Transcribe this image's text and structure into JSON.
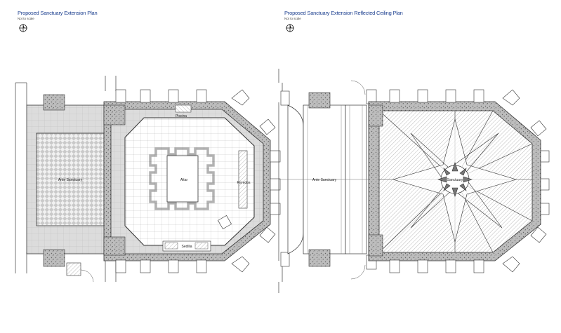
{
  "left_plan": {
    "title": "Proposed Sanctuary Extension Plan",
    "scale_note": "Not to scale",
    "labels": {
      "ante_sanctuary": "Ante Sanctuary",
      "piscina": "Piscina",
      "altar": "Altar",
      "reredos": "Reredos",
      "sedilia": "Sedilia"
    }
  },
  "right_plan": {
    "title": "Proposed Sanctuary Extension Reflected Ceiling Plan",
    "scale_note": "Not to scale",
    "labels": {
      "ante_sanctuary": "Ante Sanctuary",
      "sanctuary": "Sanctuary"
    }
  },
  "icons": [
    "north-arrow-icon",
    "north-arrow-icon"
  ],
  "colors": {
    "title_blue": "#1c3f8f",
    "line": "#333333",
    "fill_grey": "#d9d9d9"
  }
}
